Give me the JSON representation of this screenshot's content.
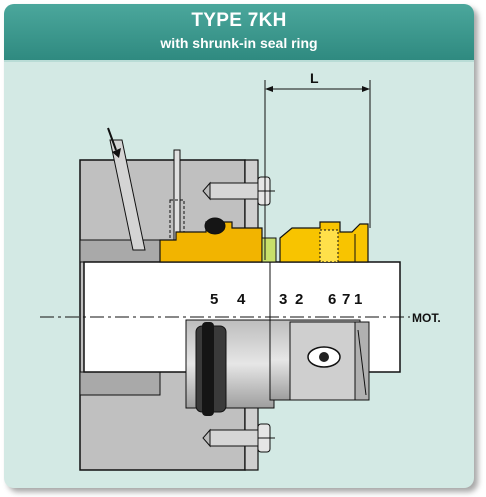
{
  "header": {
    "title": "TYPE 7KH",
    "subtitle": "with shrunk-in seal ring"
  },
  "diagram": {
    "dimension_label": "L",
    "part_numbers": [
      "5",
      "4",
      "3",
      "2",
      "6",
      "7",
      "1"
    ],
    "axis_label": "MOT.",
    "colors": {
      "background": "#d3e9e4",
      "header": "#3a968b",
      "housing": "#bfbfbf",
      "seal_ring": "#f2b400",
      "spring_ring": "#ffe04a",
      "shaft": "#ffffff"
    }
  }
}
